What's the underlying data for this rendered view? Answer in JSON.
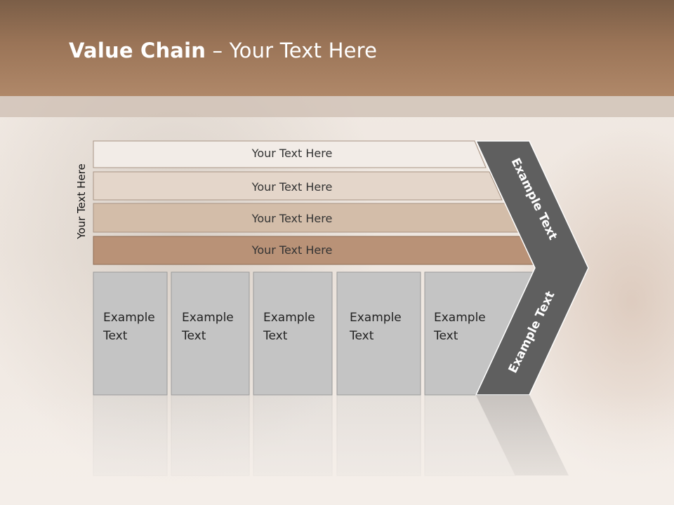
{
  "title": {
    "bold": "Value Chain",
    "rest": " – Your Text Here"
  },
  "side_label": "Your Text Here",
  "rows": [
    {
      "label": "Your Text Here",
      "color": "#f2ece7"
    },
    {
      "label": "Your Text Here",
      "color": "#e4d6ca"
    },
    {
      "label": "Your Text Here",
      "color": "#d3bda9"
    },
    {
      "label": "Your Text Here",
      "color": "#b99277"
    }
  ],
  "cells": [
    {
      "line1": "Example",
      "line2": "Text"
    },
    {
      "line1": "Example",
      "line2": "Text"
    },
    {
      "line1": "Example",
      "line2": "Text"
    },
    {
      "line1": "Example",
      "line2": "Text"
    },
    {
      "line1": "Example",
      "line2": "Text"
    }
  ],
  "arrow": {
    "upper": "Example Text",
    "lower": "Example Text",
    "color": "#5f5f5f"
  },
  "cell_color": "#c4c4c4"
}
